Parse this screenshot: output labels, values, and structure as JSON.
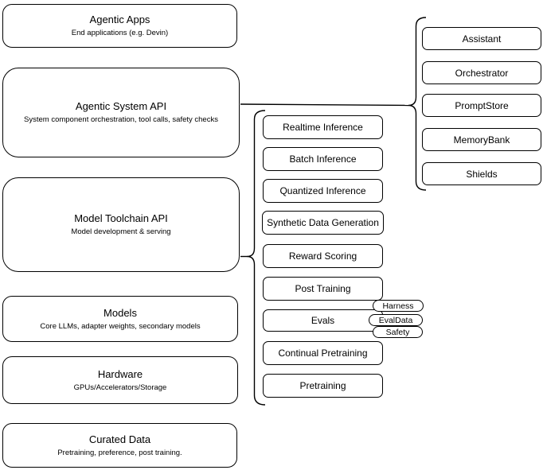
{
  "diagram": {
    "left_stack": [
      {
        "title": "Agentic Apps",
        "subtitle": "End applications (e.g. Devin)"
      },
      {
        "title": "Agentic System API",
        "subtitle": "System component orchestration, tool calls, safety checks"
      },
      {
        "title": "Model Toolchain API",
        "subtitle": "Model development & serving"
      },
      {
        "title": "Models",
        "subtitle": "Core LLMs, adapter weights, secondary models"
      },
      {
        "title": "Hardware",
        "subtitle": "GPUs/Accelerators/Storage"
      },
      {
        "title": "Curated Data",
        "subtitle": "Pretraining, preference, post training."
      }
    ],
    "toolchain": {
      "items": [
        "Realtime Inference",
        "Batch Inference",
        "Quantized Inference",
        "Synthetic Data Generation",
        "Reward Scoring",
        "Post Training",
        "Evals",
        "Continual Pretraining",
        "Pretraining"
      ]
    },
    "eval_tags": [
      "Harness",
      "EvalData",
      "Safety"
    ],
    "system_components": [
      "Assistant",
      "Orchestrator",
      "PromptStore",
      "MemoryBank",
      "Shields"
    ],
    "colors": {
      "stroke": "#000000",
      "fill": "#ffffff",
      "text": "#000000"
    }
  }
}
